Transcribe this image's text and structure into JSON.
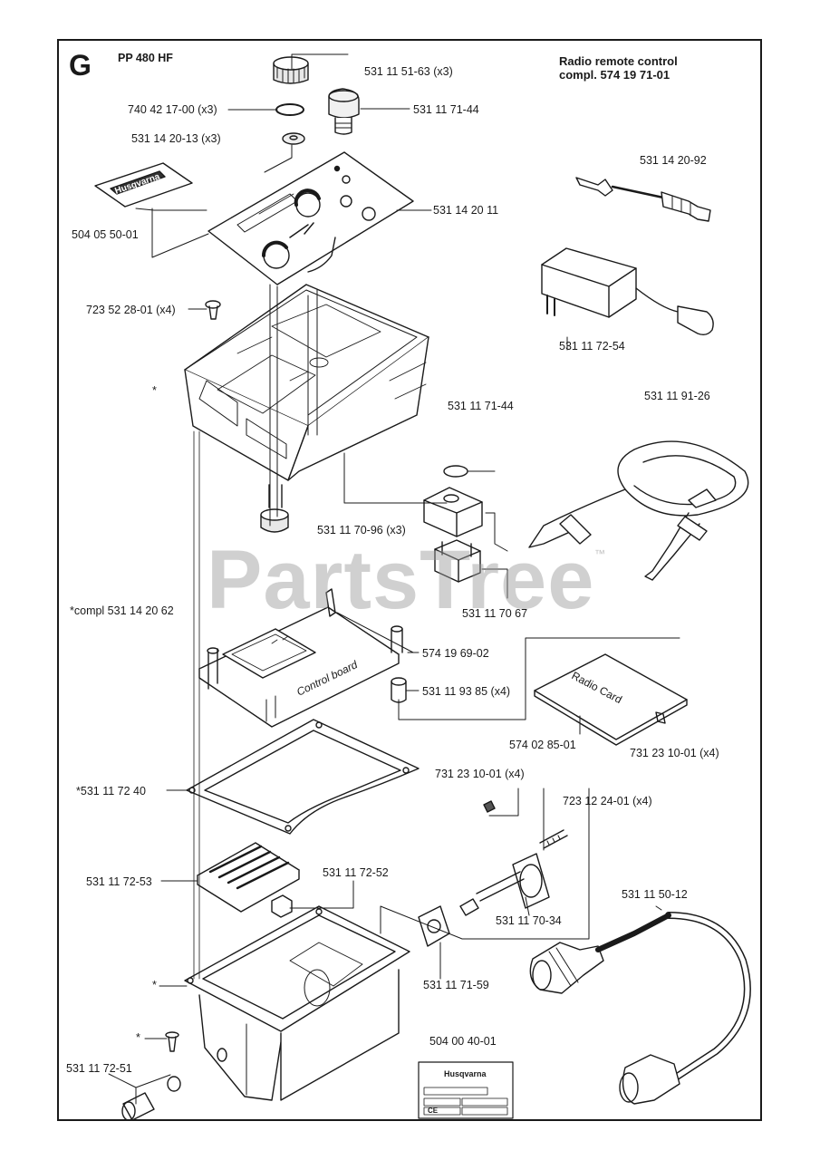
{
  "header": {
    "section": "G",
    "model": "PP 480 HF",
    "kit_title_line1": "Radio remote control",
    "kit_title_line2": "compl. 574 19 71-01"
  },
  "watermark": {
    "text": "PartsTree",
    "tm": "™"
  },
  "labels": {
    "p_531115163": "531 11 51-63 (x3)",
    "p_740421700": "740 42 17-00 (x3)",
    "p_531117144_top": "531 11 71-44",
    "p_531142013": "531 14 20-13 (x3)",
    "p_531142092": "531 14 20-92",
    "p_504055001": "504 05 50-01",
    "p_53114201l": "531 14 20 11",
    "p_723522801": "723 52 28-01 (x4)",
    "p_531117254": "531 11 72-54",
    "p_531119126": "531 11 91-26",
    "p_531117144_mid": "531 11 71-44",
    "p_531117096": "531 11 70-96 (x3)",
    "p_531117067": "531 11 70 67",
    "p_compl": "*compl 531 14 20 62",
    "p_574196902": "574 19 69-02",
    "p_531119385": "531 11 93 85 (x4)",
    "p_574028501": "574 02 85-01",
    "p_731231001_right": "731 23 10-01 (x4)",
    "p_531117240": "*531 11 72 40",
    "p_731231001_mid": "731 23 10-01 (x4)",
    "p_723122401": "723 12 24-01 (x4)",
    "p_531117253": "531 11 72-53",
    "p_531117252": "531 11 72-52",
    "p_531117034": "531 11 70-34",
    "p_531115012": "531 11 50-12",
    "p_531117159": "531 11 71-59",
    "p_504004001": "504 00 40-01",
    "p_531117251": "531 11 72-51"
  },
  "asterisk": "*",
  "artwork_text": {
    "control_board": "Control board",
    "radio_card": "Radio Card",
    "logo": "Husqvarna",
    "plate_logo": "Husqvarna",
    "ce": "CE"
  }
}
